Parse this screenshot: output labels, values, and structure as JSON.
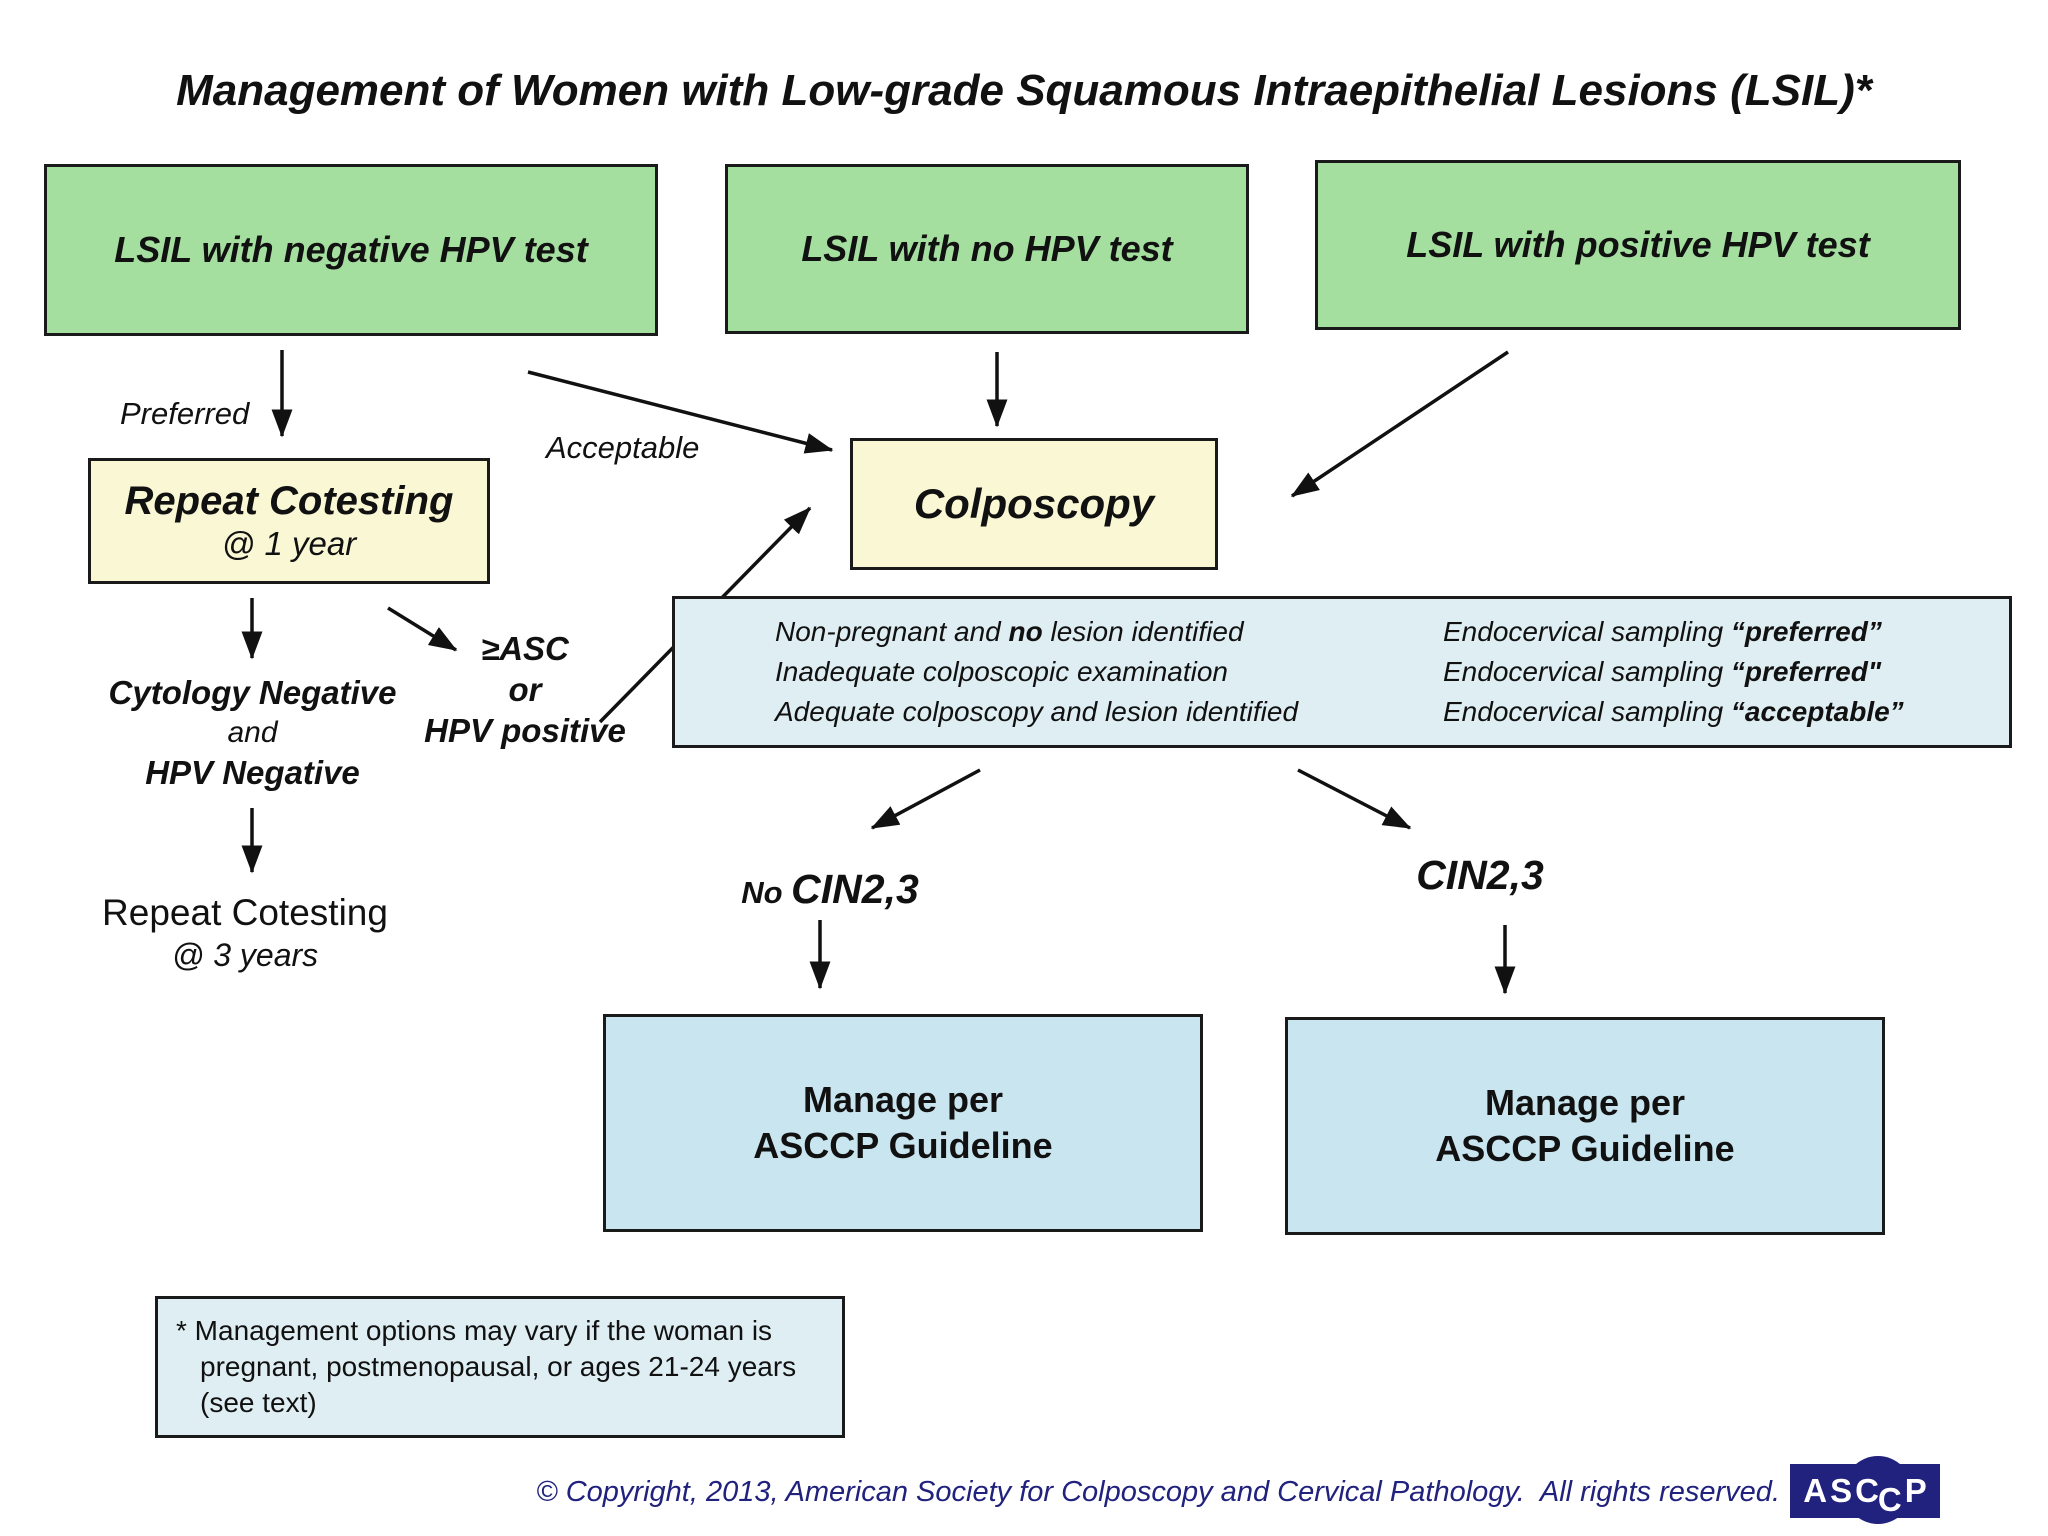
{
  "title": "Management of Women with Low-grade Squamous Intraepithelial Lesions (LSIL)*",
  "nodes": {
    "lsil_negative": "LSIL with negative HPV test",
    "lsil_no_test": "LSIL with no HPV test",
    "lsil_positive": "LSIL with positive HPV test",
    "repeat_cotesting_1yr": {
      "line1": "Repeat Cotesting",
      "line2": "@ 1 year"
    },
    "colposcopy": "Colposcopy",
    "cytology_negative": {
      "line1": "Cytology Negative",
      "line2": "and",
      "line3": "HPV Negative"
    },
    "asc_or_hpv": {
      "line1": "≥ASC",
      "line2": "or",
      "line3": "HPV positive"
    },
    "repeat_cotesting_3yr": {
      "line1": "Repeat Cotesting",
      "line2": "@ 3 years"
    },
    "manage_left": {
      "line1": "Manage per",
      "line2": "ASCCP Guideline"
    },
    "manage_right": {
      "line1": "Manage per",
      "line2": "ASCCP Guideline"
    }
  },
  "labels": {
    "preferred": "Preferred",
    "acceptable": "Acceptable"
  },
  "colposcopy_table": {
    "rows": [
      {
        "condition_pre": "Non-pregnant and ",
        "condition_bold": "no",
        "condition_post": " lesion identified",
        "sampling_pre": "Endocervical sampling ",
        "sampling_bold": "“preferred”"
      },
      {
        "condition_pre": "Inadequate colposcopic examination",
        "condition_bold": "",
        "condition_post": "",
        "sampling_pre": "Endocervical sampling ",
        "sampling_bold": "“preferred\""
      },
      {
        "condition_pre": "Adequate colposcopy and lesion identified",
        "condition_bold": "",
        "condition_post": "",
        "sampling_pre": "Endocervical sampling ",
        "sampling_bold": "“acceptable”"
      }
    ]
  },
  "outcomes": {
    "no_cin": {
      "prefix": "No ",
      "value": "CIN2,3"
    },
    "cin": "CIN2,3"
  },
  "footnote": {
    "line1": "* Management options may vary if the woman is",
    "line2": "pregnant, postmenopausal, or ages 21-24 years",
    "line3": "(see text)"
  },
  "footer": {
    "copyright": "© Copyright, 2013, American Society for Colposcopy and Cervical Pathology.  All rights reserved.",
    "logo": {
      "l1": "A",
      "l2": "S",
      "l3": "C",
      "l4": "C",
      "l5": "P"
    }
  },
  "colors": {
    "green_box": "#a5dfa0",
    "yellow_box": "#faf8d4",
    "info_box": "#dfeef3",
    "manage_box": "#c9e5ef",
    "navy": "#21217e",
    "border": "#1a1a1a"
  }
}
